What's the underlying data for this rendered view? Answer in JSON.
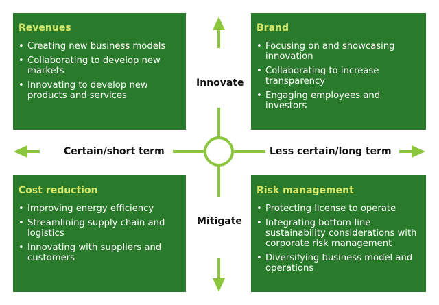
{
  "quadrants": {
    "top_left": {
      "title": "Revenues",
      "items": [
        "Creating new business models",
        "Collaborating to develop new markets",
        "Innovating to develop new products and services"
      ]
    },
    "top_right": {
      "title": "Brand",
      "items": [
        "Focusing on and showcasing innovation",
        "Collaborating to increase transparency",
        "Engaging employees and investors"
      ]
    },
    "bottom_left": {
      "title": "Cost reduction",
      "items": [
        "Improving energy efficiency",
        "Streamlining supply chain and logistics",
        "Innovating with suppliers and customers"
      ]
    },
    "bottom_right": {
      "title": "Risk management",
      "items": [
        "Protecting license to operate",
        "Integrating bottom-line sustainability considerations with corporate risk management",
        "Diversifying business model and operations"
      ]
    }
  },
  "axes": {
    "top": "Innovate",
    "bottom": "Mitigate",
    "left": "Certain/short term",
    "right": "Less certain/long term"
  },
  "colors": {
    "box": "#2a7a2b",
    "title": "#d6e86a",
    "arrow": "#8cc63f"
  }
}
